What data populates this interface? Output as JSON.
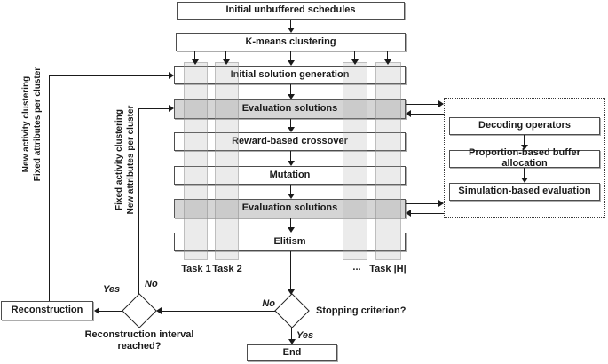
{
  "main_flow": {
    "initial_schedules": "Initial unbuffered schedules",
    "kmeans": "K-means clustering",
    "initial_solution": "Initial solution generation",
    "evaluation_1": "Evaluation solutions",
    "crossover": "Reward-based crossover",
    "mutation": "Mutation",
    "evaluation_2": "Evaluation solutions",
    "elitism": "Elitism",
    "end": "End"
  },
  "task_labels": {
    "task1": "Task 1",
    "task2": "Task 2",
    "ellipsis": "...",
    "taskH": "Task |H|"
  },
  "subprocess": {
    "decoding": "Decoding operators",
    "proportion": "Proportion-based buffer allocation",
    "simulation": "Simulation-based evaluation"
  },
  "decisions": {
    "stopping": {
      "label": "Stopping criterion?",
      "yes": "Yes",
      "no": "No"
    },
    "reconstruction_interval": {
      "caption_line1": "Reconstruction interval",
      "caption_line2": "reached?",
      "yes": "Yes",
      "no": "No"
    }
  },
  "reconstruction_box": "Reconstruction",
  "feedback_labels": {
    "outer": {
      "line1": "New activity clustering",
      "line2": "Fixed attributes per cluster"
    },
    "inner": {
      "line1": "Fixed activity clustering",
      "line2": "New attributes per cluster"
    }
  },
  "colors": {
    "evaluation_fill": "#d5d5d5",
    "box_border": "#4d4d4d",
    "task_column_fill": "#ebebeb",
    "line": "#1a1a1a",
    "background": "#ffffff"
  }
}
